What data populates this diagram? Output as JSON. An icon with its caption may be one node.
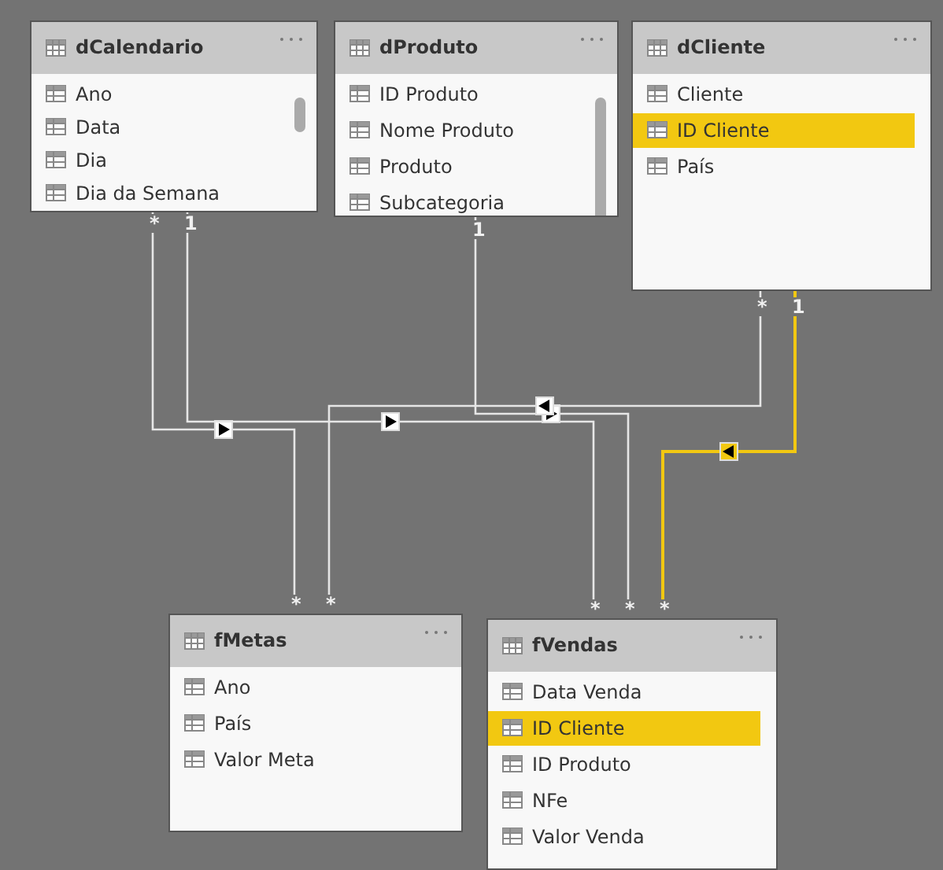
{
  "diagram": {
    "nodes": [
      {
        "text": [
          "dCalendario",
          "Ano",
          "Data",
          "Dia",
          "Dia da Semana"
        ]
      },
      {
        "text": [
          "dProduto",
          "ID Produto",
          "Nome Produto",
          "Produto",
          "Subcategoria"
        ]
      },
      {
        "text": [
          "dCliente",
          "Cliente",
          "ID Cliente",
          "País"
        ]
      },
      {
        "text": [
          "fMetas",
          "Ano",
          "País",
          "Valor Meta"
        ]
      },
      {
        "text": [
          "fVendas",
          "Data Venda",
          "ID Cliente",
          "ID Produto",
          "NFe",
          "Valor Venda"
        ]
      }
    ],
    "edges": [
      {
        "from": 0,
        "to": 3,
        "arrow": "to"
      },
      {
        "from": 0,
        "to": 4,
        "arrow": "to"
      },
      {
        "from": 1,
        "to": 4,
        "arrow": "to"
      },
      {
        "from": 2,
        "to": 3,
        "arrow": "to"
      },
      {
        "from": 2,
        "to": 4,
        "arrow": "to",
        "color": "#f2c811"
      }
    ],
    "labels": [
      "*",
      "1",
      "1",
      "*",
      "1",
      "*",
      "*",
      "*",
      "*",
      "*"
    ]
  }
}
